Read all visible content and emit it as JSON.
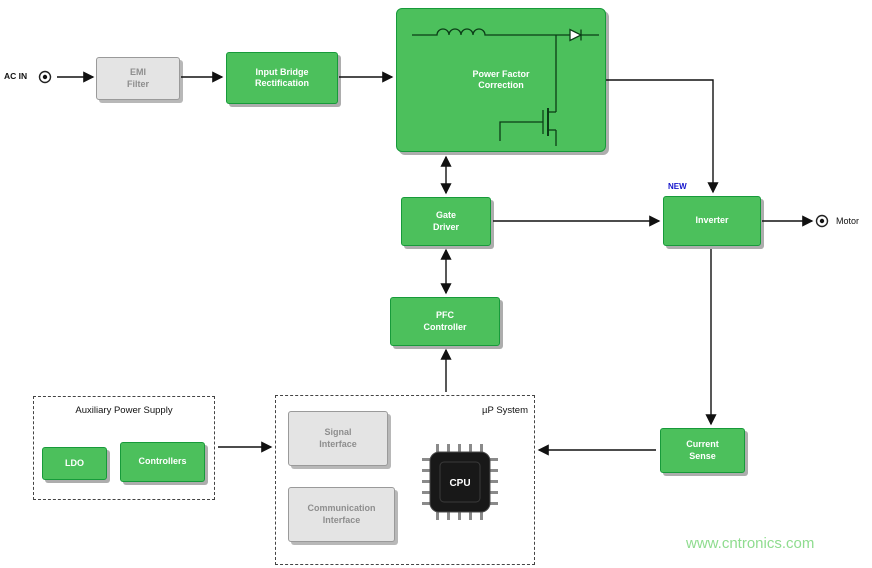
{
  "labels": {
    "ac_in": "AC IN",
    "motor": "Motor",
    "new": "NEW",
    "watermark": "www.cntronics.com"
  },
  "groups": {
    "aux": {
      "title": "Auxiliary Power Supply"
    },
    "up_system": {
      "title": "µP System"
    }
  },
  "blocks": {
    "emi": {
      "line1": "EMI",
      "line2": "Filter"
    },
    "input_bridge": {
      "line1": "Input Bridge",
      "line2": "Rectification"
    },
    "pfc": {
      "line1": "Power Factor",
      "line2": "Correction"
    },
    "gate_driver": {
      "line1": "Gate",
      "line2": "Driver"
    },
    "inverter": {
      "label": "Inverter"
    },
    "pfc_controller": {
      "line1": "PFC",
      "line2": "Controller"
    },
    "current_sense": {
      "line1": "Current",
      "line2": "Sense"
    },
    "ldo": {
      "label": "LDO"
    },
    "controllers": {
      "label": "Controllers"
    },
    "signal_interface": {
      "line1": "Signal",
      "line2": "Interface"
    },
    "comm_interface": {
      "line1": "Communication",
      "line2": "Interface"
    },
    "cpu": {
      "label": "CPU"
    }
  },
  "colors": {
    "block_green": "#4cc05c",
    "block_green_border": "#179a3a",
    "block_gray": "#e4e4e4",
    "new_label_blue": "#1414cc",
    "watermark_green": "#8fdc8f"
  }
}
